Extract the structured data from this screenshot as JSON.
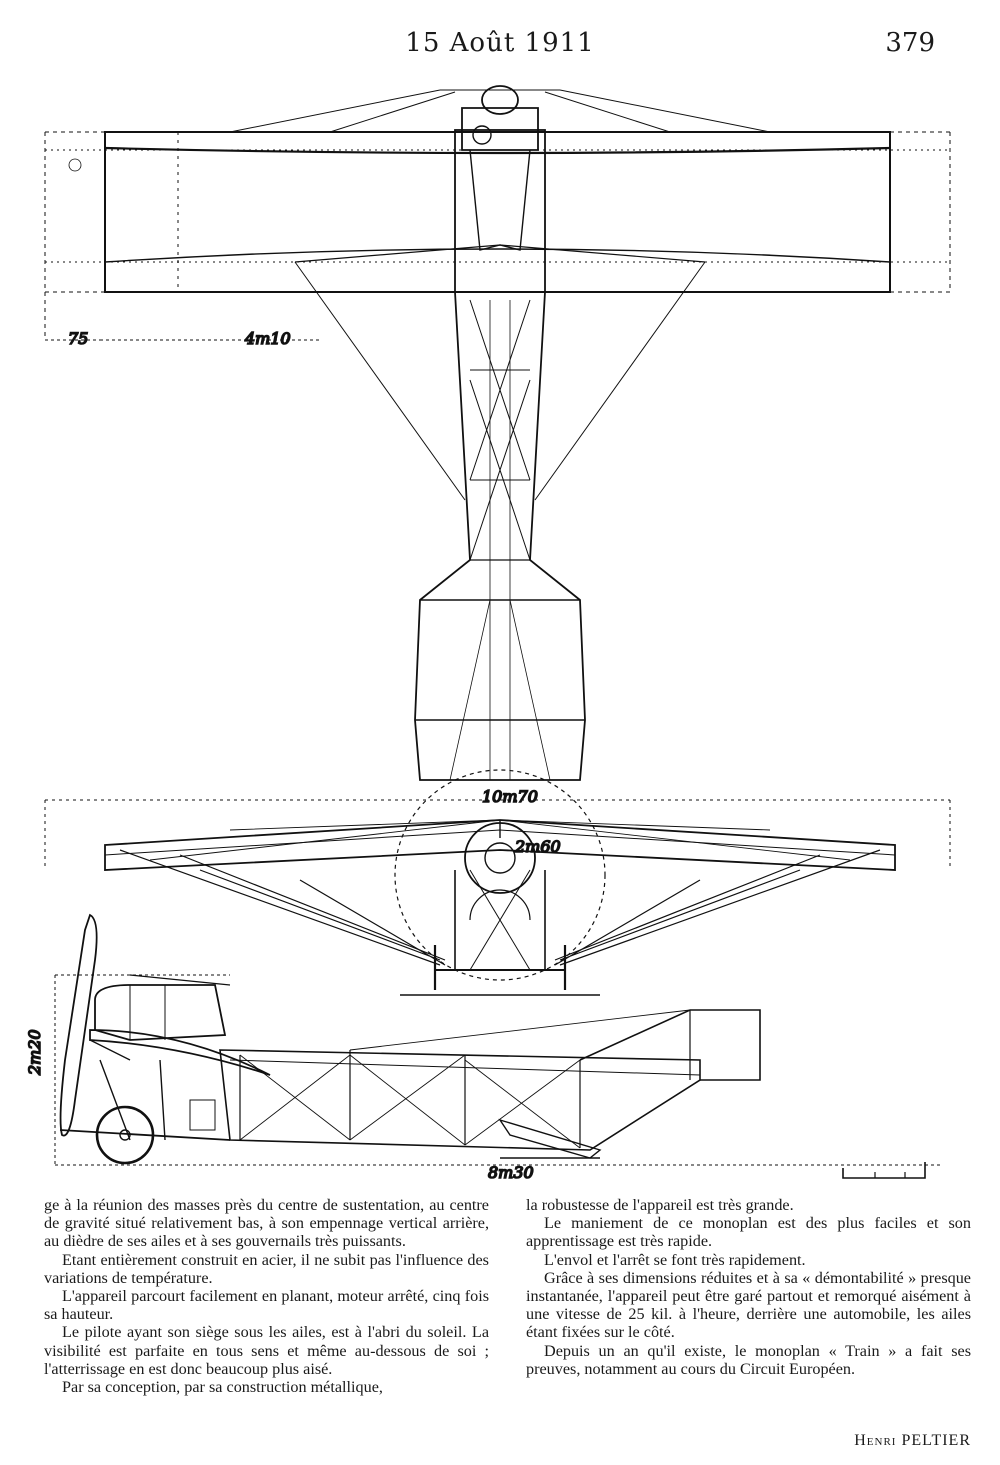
{
  "header": {
    "date": "15 Août 1911",
    "page_number": "379"
  },
  "drawing": {
    "dimensions": {
      "wing_tip": "75",
      "half_span": "4m10",
      "span": "10m70",
      "propeller": "2m60",
      "height": "2m20",
      "length": "8m30"
    }
  },
  "article": {
    "left_column": [
      "ge à la réunion des masses près du centre de sustentation, au centre de gravité situé relativement bas, à son empennage vertical arrière, au dièdre de ses ailes et à ses gouvernails très puissants.",
      "Etant entièrement construit en acier, il ne subit pas l'influence des variations de température.",
      "L'appareil parcourt facilement en planant, moteur arrêté, cinq fois sa hauteur.",
      "Le pilote ayant son siège sous les ailes, est à l'abri du soleil. La visibilité est parfaite en tous sens et même au-dessous de soi ; l'atterrissage en est donc beaucoup plus aisé.",
      "Par sa conception, par sa construction métallique,"
    ],
    "right_column": [
      "la robustesse de l'appareil est très grande.",
      "Le maniement de ce monoplan est des plus faciles et son apprentissage est très rapide.",
      "L'envol et l'arrêt se font très rapidement.",
      "Grâce à ses dimensions réduites et à sa « démontabilité » presque instantanée, l'appareil peut être garé partout et remorqué aisément à une vitesse de 25 kil. à l'heure, derrière une automobile, les ailes étant fixées sur le côté.",
      "Depuis un an qu'il existe, le monoplan « Train » a fait ses preuves, notamment au cours du Circuit Européen."
    ],
    "author": "Henri PELTIER"
  }
}
